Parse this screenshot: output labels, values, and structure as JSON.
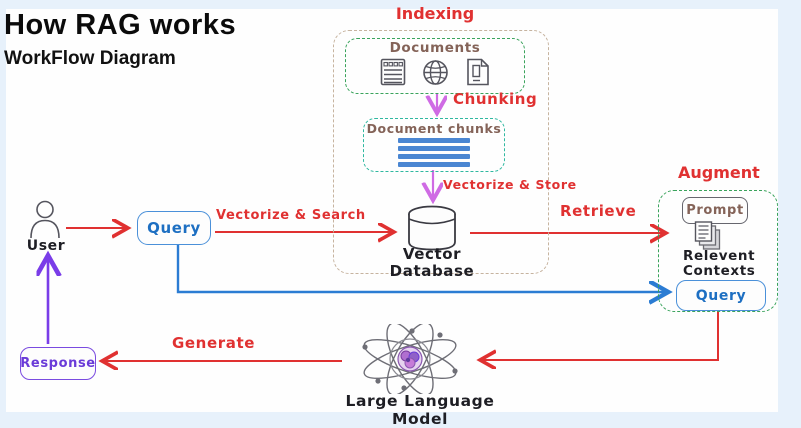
{
  "header": {
    "title": "How RAG works",
    "subtitle": "WorkFlow Diagram"
  },
  "sections": {
    "indexing": {
      "label": "Indexing"
    },
    "augment": {
      "label": "Augment"
    }
  },
  "nodes": {
    "documents": {
      "label": "Documents",
      "icons": [
        "document-list-icon",
        "globe-icon",
        "file-icon"
      ]
    },
    "document_chunks": {
      "label": "Document chunks",
      "chunk_count": 4
    },
    "vector_database": {
      "line1": "Vector",
      "line2": "Database",
      "icon": "database-cylinder-icon"
    },
    "user": {
      "label": "User",
      "icon": "user-icon"
    },
    "query": {
      "label": "Query"
    },
    "prompt": {
      "label": "Prompt"
    },
    "relevant_contexts": {
      "line1": "Relevent",
      "line2": "Contexts",
      "icon": "stacked-documents-icon"
    },
    "augment_query": {
      "label": "Query"
    },
    "response": {
      "label": "Response"
    },
    "llm": {
      "label": "Large Language Model",
      "icon": "atom-icon"
    }
  },
  "edges": {
    "chunking": {
      "label": "Chunking"
    },
    "vectorize_store": {
      "label": "Vectorize & Store"
    },
    "vectorize_search": {
      "label": "Vectorize & Search"
    },
    "retrieve": {
      "label": "Retrieve"
    },
    "generate": {
      "label": "Generate"
    }
  },
  "colors": {
    "red": "#e03131",
    "magenta": "#cf6be4",
    "blue": "#2b7cd3",
    "purple": "#7a3de8",
    "green_dashed": "#3aa35c",
    "teal_dashed": "#2fb8a0",
    "brown_text": "#846358",
    "chunk_bar_blue": "#4a86d2",
    "frame_blue": "#e7f1fb"
  }
}
